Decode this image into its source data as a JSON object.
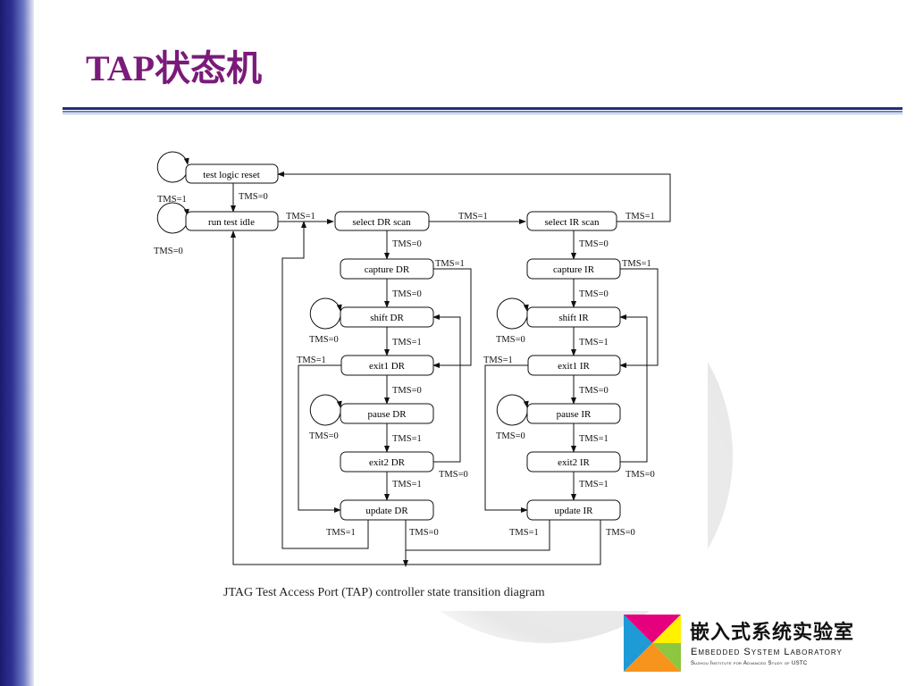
{
  "slide": {
    "title": "TAP状态机"
  },
  "diagram": {
    "caption": "JTAG Test Access Port (TAP) controller state transition diagram",
    "states": {
      "tlr": "test logic reset",
      "rti": "run test idle",
      "sdr": "select DR scan",
      "sir": "select IR scan",
      "cdr": "capture DR",
      "cir": "capture IR",
      "shdr": "shift DR",
      "shir": "shift IR",
      "e1dr": "exit1 DR",
      "e1ir": "exit1 IR",
      "pdr": "pause DR",
      "pir": "pause IR",
      "e2dr": "exit2 DR",
      "e2ir": "exit2 IR",
      "udr": "update DR",
      "uir": "update IR"
    },
    "labels": {
      "l01": "TMS=1",
      "l02": "TMS=0",
      "l03": "TMS=0",
      "l04": "TMS=1",
      "l05": "TMS=1",
      "l06": "TMS=1",
      "l07": "TMS=0",
      "l08": "TMS=0",
      "l09": "TMS=1",
      "l10": "TMS=1",
      "l11": "TMS=0",
      "l12": "TMS=0",
      "l13": "TMS=0",
      "l14": "TMS=1",
      "l15": "TMS=0",
      "l16": "TMS=1",
      "l17": "TMS=1",
      "l18": "TMS=1",
      "l19": "TMS=0",
      "l20": "TMS=0",
      "l21": "TMS=0",
      "l22": "TMS=1",
      "l23": "TMS=0",
      "l24": "TMS=1",
      "l25": "TMS=0",
      "l26": "TMS=0",
      "l27": "TMS=1",
      "l28": "TMS=1",
      "l29": "TMS=1",
      "l30": "TMS=0",
      "l31": "TMS=1",
      "l32": "TMS=0"
    }
  },
  "lab": {
    "name_cn": "嵌入式系统实验室",
    "name_en": "Embedded System Laboratory",
    "institute": "Suzhou Institute for Advanced Study of USTC"
  }
}
